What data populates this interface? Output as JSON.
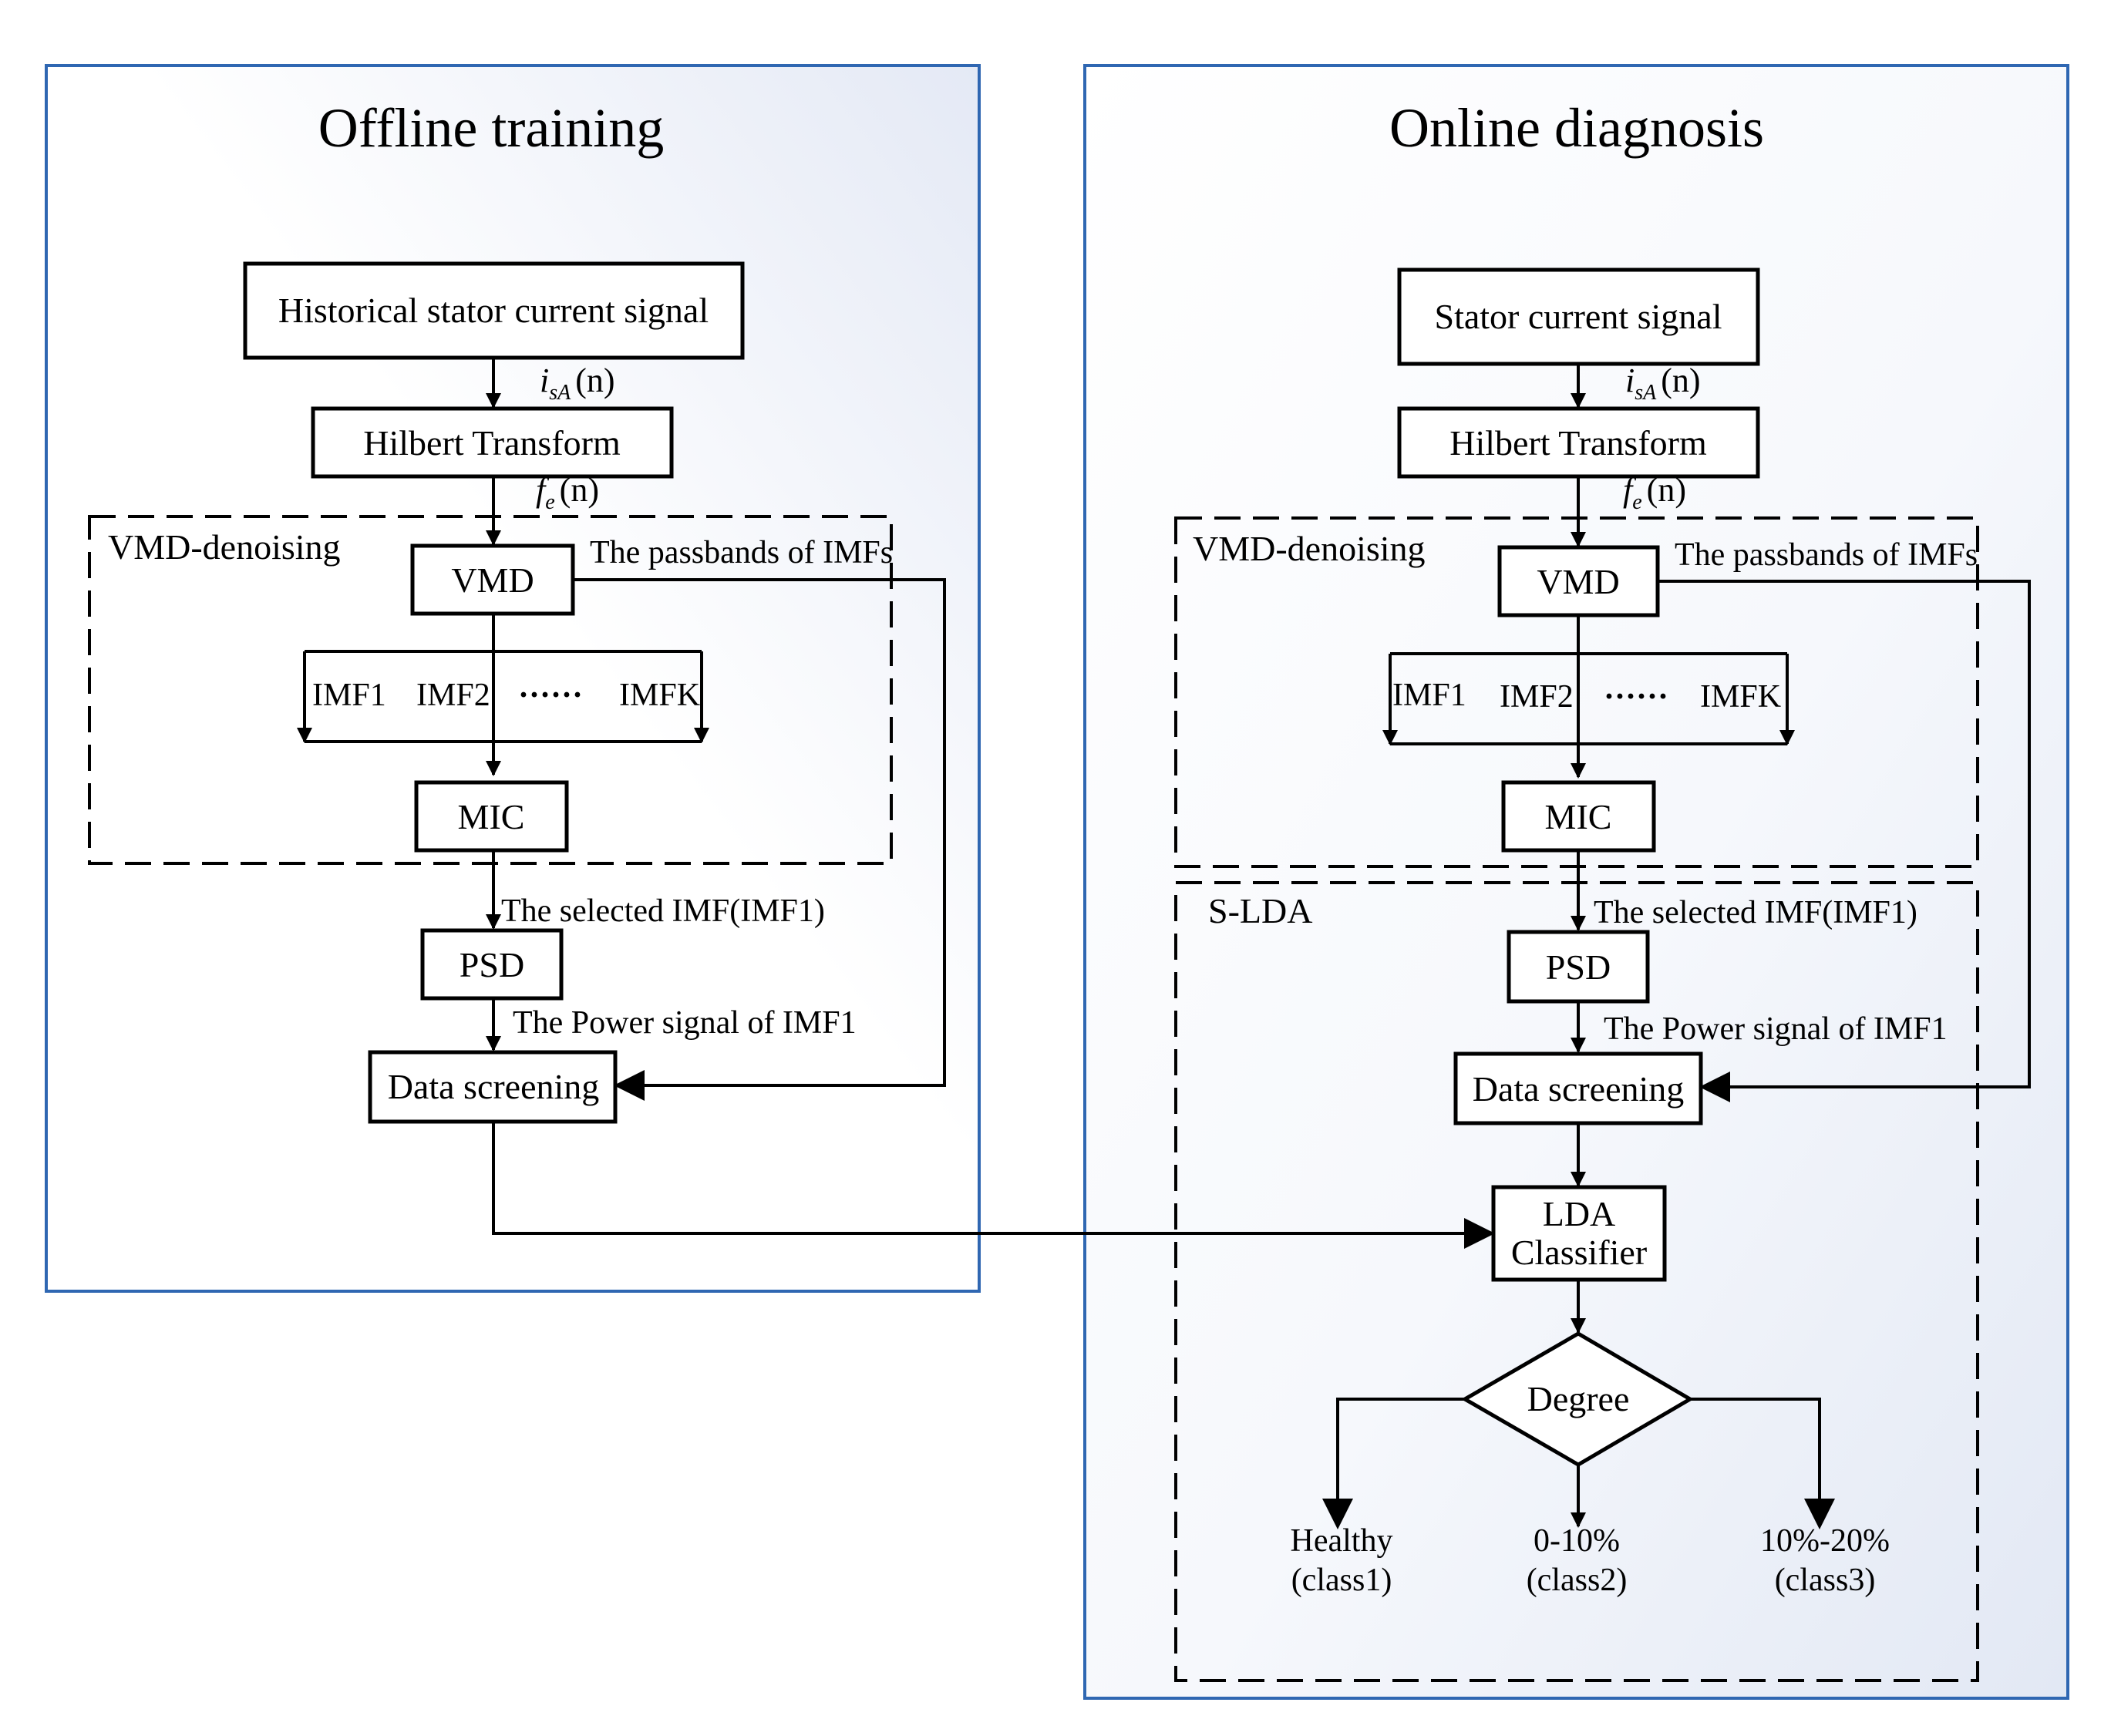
{
  "offline": {
    "title": "Offline training",
    "source_label": "Historical stator current signal",
    "signal_label_i": "i",
    "signal_label_i_sub": "sA",
    "signal_label_n": "(n)",
    "hilbert_label": "Hilbert Transform",
    "signal_label_f": "f",
    "signal_label_f_sub": "e",
    "vmd_group_label": "VMD-denoising",
    "vmd_label": "VMD",
    "passbands_label": "The passbands of IMFs",
    "imf1_label": "IMF1",
    "imf2_label": "IMF2",
    "dots_label": "······",
    "imfk_label": "IMFK",
    "mic_label": "MIC",
    "selected_imf_label": "The selected IMF(IMF1)",
    "psd_label": "PSD",
    "power_signal_label": "The Power signal of IMF1",
    "screening_label": "Data screening"
  },
  "online": {
    "title": "Online diagnosis",
    "source_label": "Stator current signal",
    "signal_label_i": "i",
    "signal_label_i_sub": "sA",
    "signal_label_n": "(n)",
    "hilbert_label": "Hilbert Transform",
    "signal_label_f": "f",
    "signal_label_f_sub": "e",
    "vmd_group_label": "VMD-denoising",
    "vmd_label": "VMD",
    "passbands_label": "The passbands of IMFs",
    "imf1_label": "IMF1",
    "imf2_label": "IMF2",
    "dots_label": "······",
    "imfk_label": "IMFK",
    "mic_label": "MIC",
    "slda_group_label": "S-LDA",
    "selected_imf_label": "The selected IMF(IMF1)",
    "psd_label": "PSD",
    "power_signal_label": "The Power signal of IMF1",
    "screening_label": "Data screening",
    "lda_label_1": "LDA",
    "lda_label_2": "Classifier",
    "degree_label": "Degree",
    "outputs": [
      {
        "line1": "Healthy",
        "line2": "(class1)"
      },
      {
        "line1": "0-10%",
        "line2": "(class2)"
      },
      {
        "line1": "10%-20%",
        "line2": "(class3)"
      }
    ]
  },
  "colors": {
    "panel_border": "#2f67b2",
    "panel_fill_light": "#ffffff",
    "panel_fill_tint": "#e4e9f5"
  }
}
